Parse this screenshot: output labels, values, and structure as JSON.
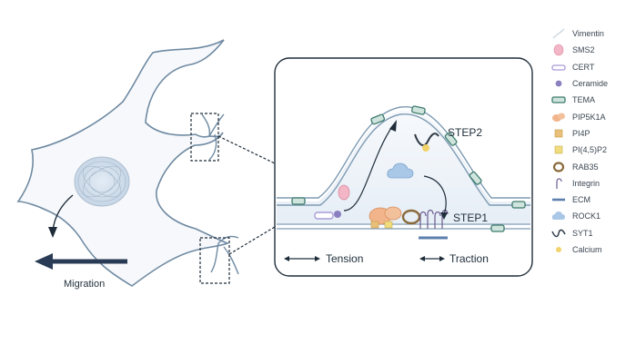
{
  "labels": {
    "migration": "Migration",
    "step1": "STEP1",
    "step2": "STEP2",
    "tension": "Tension",
    "traction": "Traction"
  },
  "legend": [
    {
      "label": "Vimentin",
      "icon": "vimentin-icon",
      "color": "#c9d6df"
    },
    {
      "label": "SMS2",
      "icon": "sms2-icon",
      "color": "#f3b6c6"
    },
    {
      "label": "CERT",
      "icon": "cert-icon",
      "color": "#a99bd8"
    },
    {
      "label": "Ceramide",
      "icon": "ceramide-icon",
      "color": "#8a7fc0"
    },
    {
      "label": "TEMA",
      "icon": "tema-icon",
      "color": "#3d7a6d"
    },
    {
      "label": "PIP5K1A",
      "icon": "pip5k1a-icon",
      "color": "#f2b48a"
    },
    {
      "label": "PI4P",
      "icon": "pi4p-icon",
      "color": "#e9c07a"
    },
    {
      "label": "PI(4,5)P2",
      "icon": "pi45p2-icon",
      "color": "#f1dc7e"
    },
    {
      "label": "RAB35",
      "icon": "rab35-icon",
      "color": "#8a6a3a"
    },
    {
      "label": "Integrin",
      "icon": "integrin-icon",
      "color": "#6b5a8f"
    },
    {
      "label": "ECM",
      "icon": "ecm-icon",
      "color": "#5d7fae"
    },
    {
      "label": "ROCK1",
      "icon": "rock1-icon",
      "color": "#a9c7e6"
    },
    {
      "label": "SYT1",
      "icon": "syt1-icon",
      "color": "#2e3a46"
    },
    {
      "label": "Calcium",
      "icon": "calcium-icon",
      "color": "#f2d36b"
    }
  ]
}
